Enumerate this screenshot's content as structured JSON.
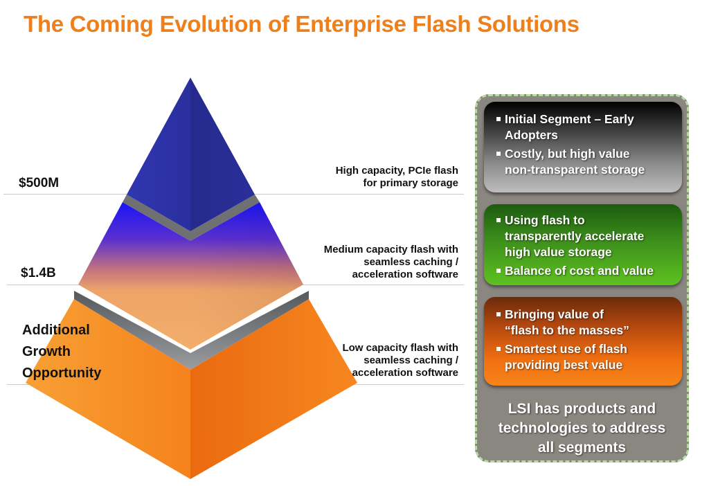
{
  "title": "The Coming Evolution of Enterprise Flash Solutions",
  "colors": {
    "title": "#ee7f1b",
    "top_tier": "#2a2f9e",
    "middle_tier_top": "#2a1cf0",
    "middle_tier_bottom": "#f0a865",
    "bottom_tier": "#f7871f",
    "separator": "#6e7072"
  },
  "pyramid": {
    "tiers": [
      {
        "id": "top",
        "left_label": "$500M",
        "description": [
          "High capacity, PCIe flash",
          "for primary storage"
        ]
      },
      {
        "id": "middle",
        "left_label": "$1.4B",
        "description": [
          "Medium capacity flash with",
          "seamless caching /",
          "acceleration software"
        ]
      },
      {
        "id": "bottom",
        "left_label": [
          "Additional",
          "Growth",
          "Opportunity"
        ],
        "description": [
          "Low capacity flash with",
          "seamless caching /",
          "acceleration software"
        ]
      }
    ]
  },
  "panel": {
    "segments": [
      {
        "theme": "gray",
        "bullets": [
          [
            "Initial Segment – Early",
            "Adopters"
          ],
          [
            "Costly, but high value",
            "non-transparent storage"
          ]
        ]
      },
      {
        "theme": "green",
        "bullets": [
          [
            "Using flash to",
            "transparently accelerate",
            "high value storage"
          ],
          [
            "Balance of cost and value"
          ]
        ]
      },
      {
        "theme": "orange",
        "bullets": [
          [
            "Bringing value of",
            "“flash to the masses”"
          ],
          [
            "Smartest use of flash",
            "providing best value"
          ]
        ]
      }
    ],
    "footer": [
      "LSI has products and",
      "technologies to address",
      "all segments"
    ]
  }
}
